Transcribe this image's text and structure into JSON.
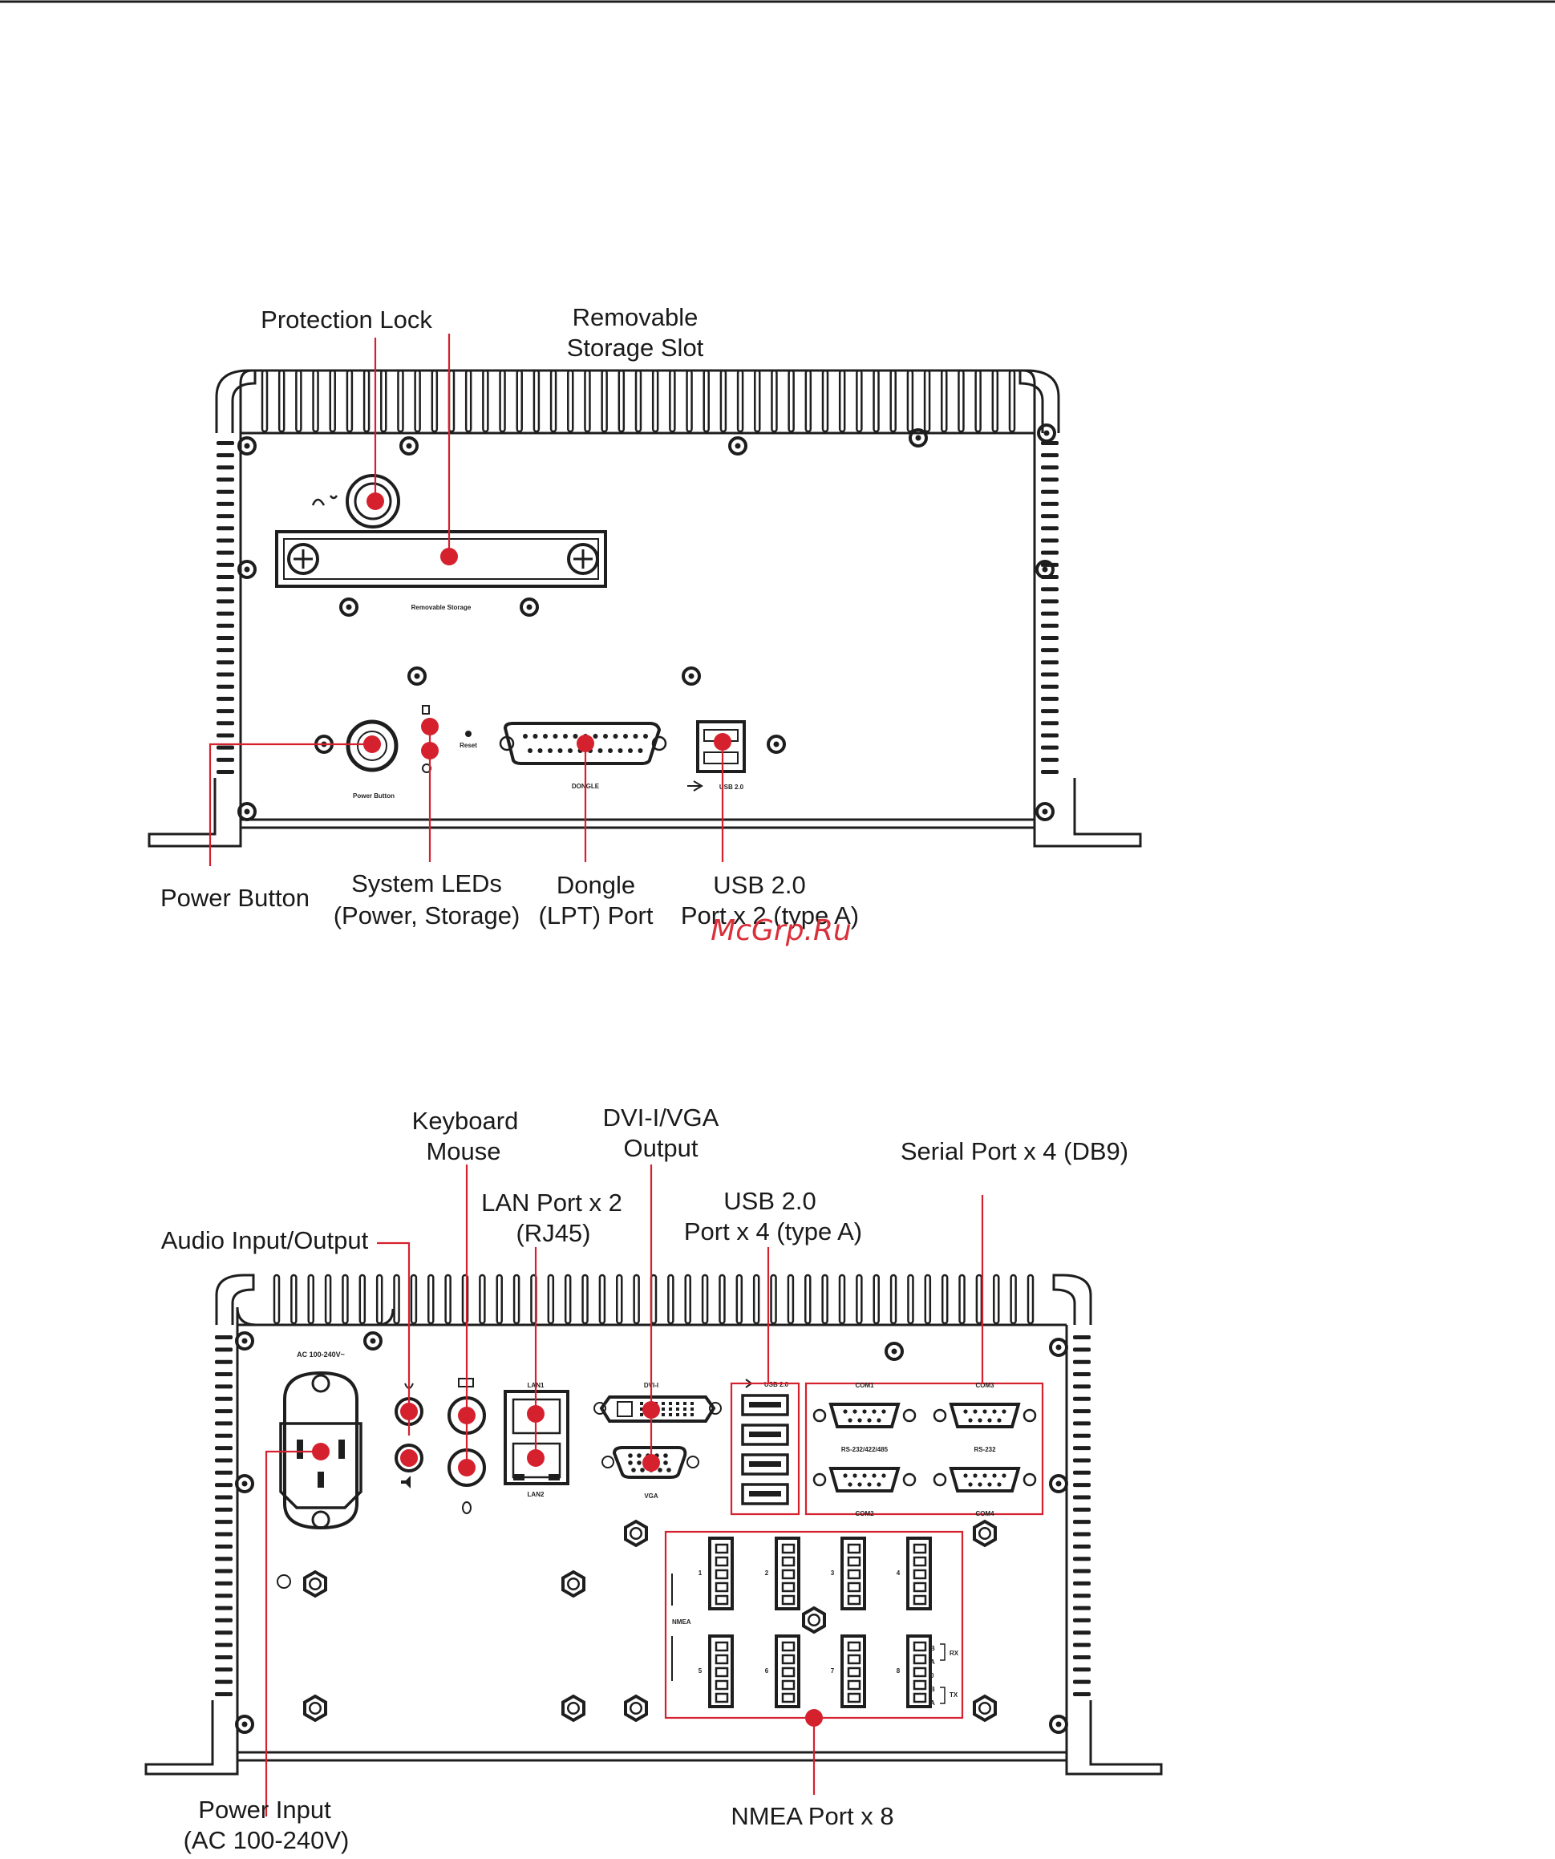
{
  "watermark": "McGrp.Ru",
  "front_panel": {
    "callouts": {
      "protection_lock": "Protection Lock",
      "removable_storage_line1": "Removable",
      "removable_storage_line2": "Storage Slot",
      "power_button": "Power Button",
      "system_leds_line1": "System LEDs",
      "system_leds_line2": "(Power, Storage)",
      "dongle_line1": "Dongle",
      "dongle_line2": "(LPT) Port",
      "usb_line1": "USB 2.0",
      "usb_line2": "Port x 2 (type A)"
    },
    "silkscreen": {
      "removable_storage": "Removable Storage",
      "power_button": "Power Button",
      "reset": "Reset",
      "dongle": "DONGLE",
      "usb": "USB 2.0"
    }
  },
  "rear_panel": {
    "callouts": {
      "audio": "Audio Input/Output",
      "kbd_line1": "Keyboard",
      "kbd_line2": "Mouse",
      "lan_line1": "LAN Port x 2",
      "lan_line2": "(RJ45)",
      "dvi_line1": "DVI-I/VGA",
      "dvi_line2": "Output",
      "usb_line1": "USB 2.0",
      "usb_line2": "Port x 4 (type A)",
      "serial": "Serial Port  x 4 (DB9)",
      "power_line1": "Power Input",
      "power_line2": "(AC 100-240V)",
      "nmea": "NMEA Port x 8"
    },
    "silkscreen": {
      "ac": "AC 100-240V~",
      "lan1": "LAN1",
      "lan2": "LAN2",
      "dvi": "DVI-I",
      "vga": "VGA",
      "usb": "USB 2.0",
      "com1": "COM1",
      "com3": "COM3",
      "com2": "COM2",
      "com4": "COM4",
      "rs485": "RS-232/422/485",
      "rs232": "RS-232",
      "nmea": "NMEA",
      "nmea_ports": [
        "1",
        "2",
        "3",
        "4",
        "5",
        "6",
        "7",
        "8"
      ],
      "rx": "RX",
      "tx": "TX",
      "pins": [
        "B",
        "A",
        "0",
        "B",
        "A"
      ]
    }
  }
}
